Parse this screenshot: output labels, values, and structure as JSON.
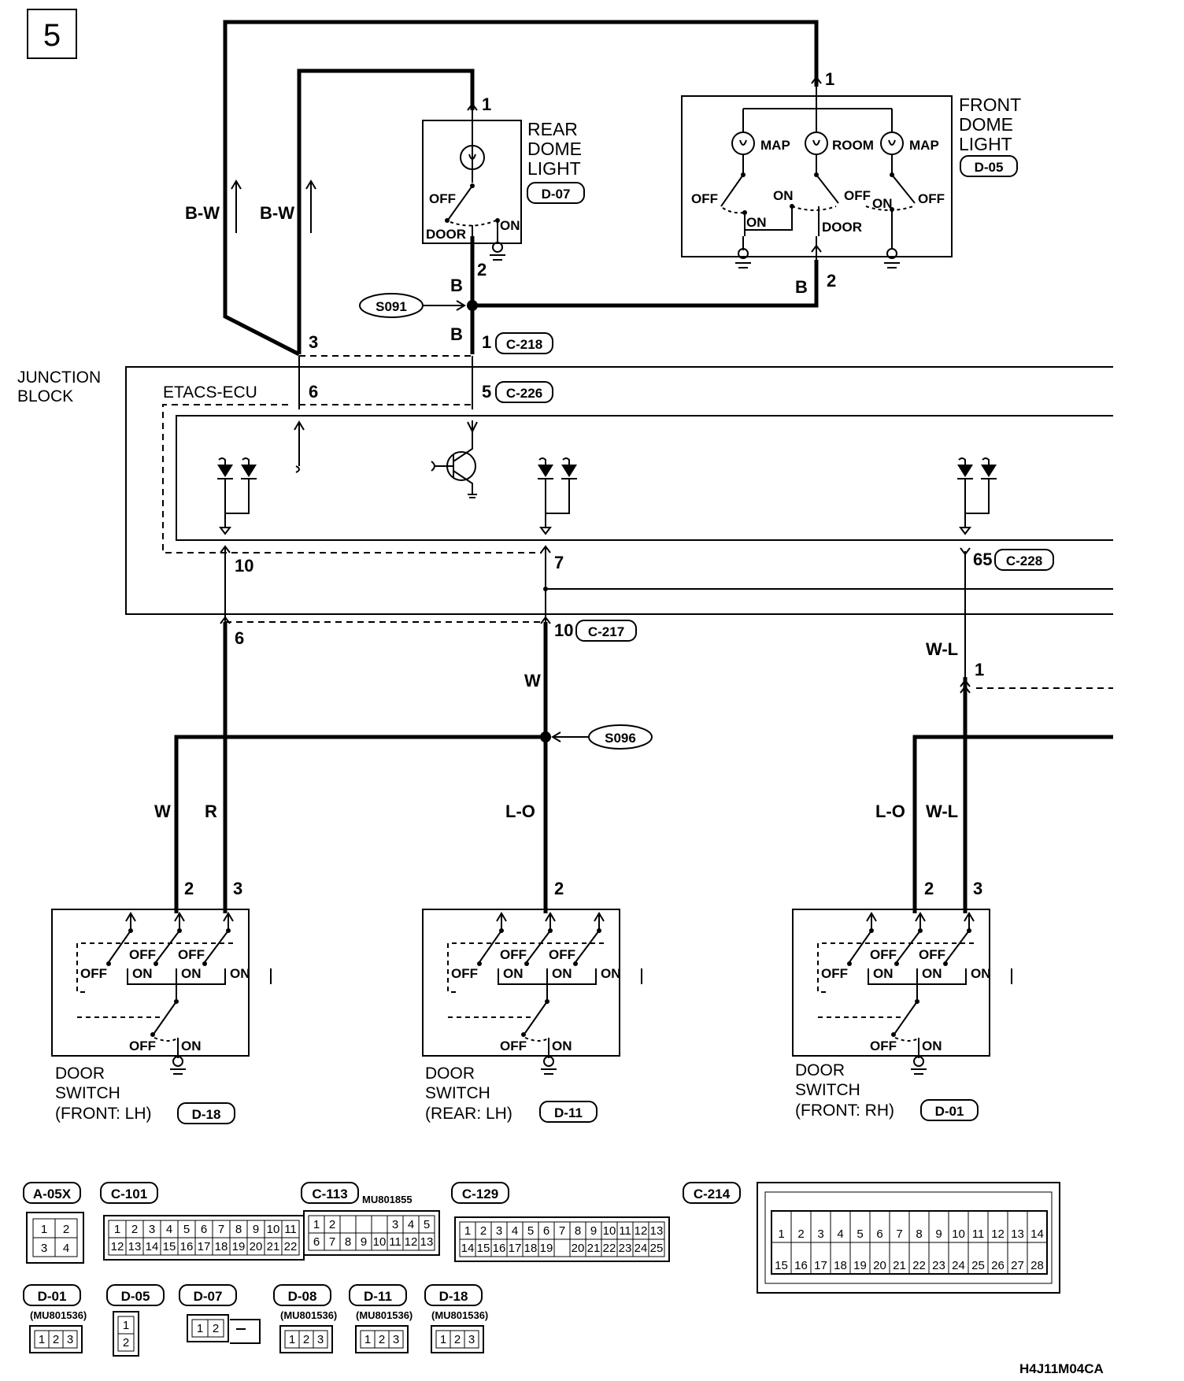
{
  "page_number": "5",
  "figure_code": "H4J11M04CA",
  "junction_block_label": "JUNCTION\nBLOCK",
  "etacs_label": "ETACS-ECU",
  "components": {
    "rear_dome_light": {
      "name": "REAR\nDOME\nLIGHT",
      "connector": "D-07",
      "switch_labels": [
        "OFF",
        "DOOR",
        "ON"
      ],
      "pins": [
        "1",
        "2"
      ]
    },
    "front_dome_light": {
      "name": "FRONT\nDOME\nLIGHT",
      "connector": "D-05",
      "lamps": [
        "MAP",
        "ROOM",
        "MAP"
      ],
      "switch_labels": [
        "OFF",
        "ON",
        "ON",
        "OFF",
        "ON",
        "OFF",
        "DOOR"
      ],
      "pins": [
        "1",
        "2"
      ]
    },
    "door_switch_front_lh": {
      "name": "DOOR\nSWITCH\n(FRONT: LH)",
      "connector": "D-18",
      "pins": [
        "2",
        "3"
      ]
    },
    "door_switch_rear_lh": {
      "name": "DOOR\nSWITCH\n(REAR: LH)",
      "connector": "D-11",
      "pins": [
        "2"
      ]
    },
    "door_switch_front_rh": {
      "name": "DOOR\nSWITCH\n(FRONT: RH)",
      "connector": "D-01",
      "pins": [
        "2",
        "3"
      ]
    }
  },
  "switch_state_labels": {
    "off": "OFF",
    "on": "ON"
  },
  "splices": [
    "S091",
    "S096"
  ],
  "wire_colors": [
    "B-W",
    "B-W",
    "B",
    "B",
    "B",
    "W",
    "W",
    "R",
    "L-O",
    "L-O",
    "W-L",
    "W-L"
  ],
  "connector_refs": {
    "c218": {
      "id": "C-218",
      "pin": "1",
      "pin_b": "3"
    },
    "c226": {
      "id": "C-226",
      "pin": "5",
      "pin_b": "6"
    },
    "c228": {
      "id": "C-228",
      "pin": "65"
    },
    "c217": {
      "id": "C-217",
      "pin": "10",
      "pin_b": "6"
    },
    "etacs_pins": [
      "10",
      "7"
    ],
    "wl_pin": "1"
  },
  "connector_legend": [
    {
      "id": "A-05X",
      "rows": [
        [
          "1",
          "2"
        ],
        [
          "3",
          "4"
        ]
      ]
    },
    {
      "id": "C-101",
      "rows": [
        [
          "1",
          "2",
          "3",
          "4",
          "5",
          "6",
          "7",
          "8",
          "9",
          "10",
          "11"
        ],
        [
          "12",
          "13",
          "14",
          "15",
          "16",
          "17",
          "18",
          "19",
          "20",
          "21",
          "22"
        ]
      ]
    },
    {
      "id": "C-113",
      "part": "MU801855",
      "rows": [
        [
          "1",
          "2",
          "",
          "",
          "",
          "3",
          "4",
          "5"
        ],
        [
          "6",
          "7",
          "8",
          "9",
          "10",
          "11",
          "12",
          "13"
        ]
      ]
    },
    {
      "id": "C-129",
      "rows": [
        [
          "1",
          "2",
          "3",
          "4",
          "5",
          "6",
          "7",
          "8",
          "9",
          "10",
          "11",
          "12",
          "13"
        ],
        [
          "14",
          "15",
          "16",
          "17",
          "18",
          "19",
          "",
          "20",
          "21",
          "22",
          "23",
          "24",
          "25"
        ]
      ]
    },
    {
      "id": "C-214",
      "rows": [
        [
          "1",
          "2",
          "3",
          "4",
          "5",
          "6",
          "7",
          "8",
          "9",
          "10",
          "11",
          "12",
          "13",
          "14"
        ],
        [
          "15",
          "16",
          "17",
          "18",
          "19",
          "20",
          "21",
          "22",
          "23",
          "24",
          "25",
          "26",
          "27",
          "28"
        ]
      ]
    },
    {
      "id": "D-01",
      "part": "MU801536",
      "rows": [
        [
          "1",
          "2",
          "3"
        ]
      ]
    },
    {
      "id": "D-05",
      "rows": [
        [
          "1"
        ],
        [
          "2"
        ]
      ]
    },
    {
      "id": "D-07",
      "rows": [
        [
          "1",
          "2"
        ]
      ]
    },
    {
      "id": "D-08",
      "part": "MU801536",
      "rows": [
        [
          "1",
          "2",
          "3"
        ]
      ]
    },
    {
      "id": "D-11",
      "part": "MU801536",
      "rows": [
        [
          "1",
          "2",
          "3"
        ]
      ]
    },
    {
      "id": "D-18",
      "part": "MU801536",
      "rows": [
        [
          "1",
          "2",
          "3"
        ]
      ]
    }
  ]
}
